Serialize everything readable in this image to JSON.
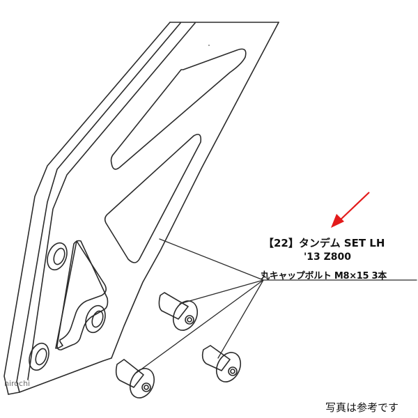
{
  "callout": {
    "title": "【22】タンデム SET LH",
    "model": "'13 Z800",
    "bolt_spec": "丸キャップボルト M8×15 3本"
  },
  "reference_note": "写真は参考です",
  "watermark": "hirochi",
  "colors": {
    "line": "#2a2a2a",
    "arrow": "#e31b1b",
    "background": "#ffffff",
    "text": "#111111"
  },
  "parts": {
    "bracket": "tandem-footrest-bracket-lh",
    "bolts": [
      {
        "id": "bolt-1",
        "type": "button-head-cap-bolt"
      },
      {
        "id": "bolt-2",
        "type": "button-head-cap-bolt"
      },
      {
        "id": "bolt-3",
        "type": "button-head-cap-bolt"
      }
    ]
  }
}
